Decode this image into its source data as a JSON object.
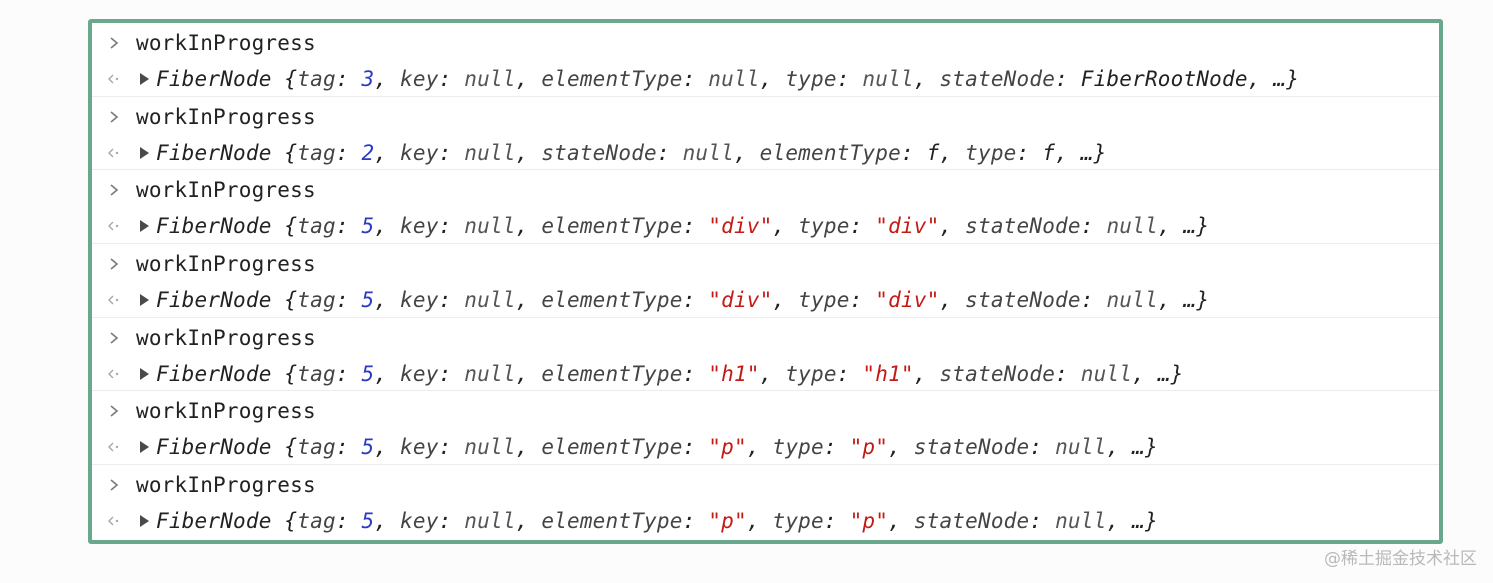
{
  "console": {
    "entries": [
      {
        "command": "workInProgress",
        "result": {
          "class_name": "FiberNode",
          "props": [
            {
              "key": "tag",
              "value": "3",
              "kind": "number"
            },
            {
              "key": "key",
              "value": "null",
              "kind": "null"
            },
            {
              "key": "elementType",
              "value": "null",
              "kind": "null"
            },
            {
              "key": "type",
              "value": "null",
              "kind": "null"
            },
            {
              "key": "stateNode",
              "value": "FiberRootNode",
              "kind": "object"
            }
          ],
          "ellipsis": "…"
        }
      },
      {
        "command": "workInProgress",
        "result": {
          "class_name": "FiberNode",
          "props": [
            {
              "key": "tag",
              "value": "2",
              "kind": "number"
            },
            {
              "key": "key",
              "value": "null",
              "kind": "null"
            },
            {
              "key": "stateNode",
              "value": "null",
              "kind": "null"
            },
            {
              "key": "elementType",
              "value": "f",
              "kind": "function"
            },
            {
              "key": "type",
              "value": "f",
              "kind": "function"
            }
          ],
          "ellipsis": "…"
        }
      },
      {
        "command": "workInProgress",
        "result": {
          "class_name": "FiberNode",
          "props": [
            {
              "key": "tag",
              "value": "5",
              "kind": "number"
            },
            {
              "key": "key",
              "value": "null",
              "kind": "null"
            },
            {
              "key": "elementType",
              "value": "\"div\"",
              "kind": "string"
            },
            {
              "key": "type",
              "value": "\"div\"",
              "kind": "string"
            },
            {
              "key": "stateNode",
              "value": "null",
              "kind": "null"
            }
          ],
          "ellipsis": "…"
        }
      },
      {
        "command": "workInProgress",
        "result": {
          "class_name": "FiberNode",
          "props": [
            {
              "key": "tag",
              "value": "5",
              "kind": "number"
            },
            {
              "key": "key",
              "value": "null",
              "kind": "null"
            },
            {
              "key": "elementType",
              "value": "\"div\"",
              "kind": "string"
            },
            {
              "key": "type",
              "value": "\"div\"",
              "kind": "string"
            },
            {
              "key": "stateNode",
              "value": "null",
              "kind": "null"
            }
          ],
          "ellipsis": "…"
        }
      },
      {
        "command": "workInProgress",
        "result": {
          "class_name": "FiberNode",
          "props": [
            {
              "key": "tag",
              "value": "5",
              "kind": "number"
            },
            {
              "key": "key",
              "value": "null",
              "kind": "null"
            },
            {
              "key": "elementType",
              "value": "\"h1\"",
              "kind": "string"
            },
            {
              "key": "type",
              "value": "\"h1\"",
              "kind": "string"
            },
            {
              "key": "stateNode",
              "value": "null",
              "kind": "null"
            }
          ],
          "ellipsis": "…"
        }
      },
      {
        "command": "workInProgress",
        "result": {
          "class_name": "FiberNode",
          "props": [
            {
              "key": "tag",
              "value": "5",
              "kind": "number"
            },
            {
              "key": "key",
              "value": "null",
              "kind": "null"
            },
            {
              "key": "elementType",
              "value": "\"p\"",
              "kind": "string"
            },
            {
              "key": "type",
              "value": "\"p\"",
              "kind": "string"
            },
            {
              "key": "stateNode",
              "value": "null",
              "kind": "null"
            }
          ],
          "ellipsis": "…"
        }
      },
      {
        "command": "workInProgress",
        "result": {
          "class_name": "FiberNode",
          "props": [
            {
              "key": "tag",
              "value": "5",
              "kind": "number"
            },
            {
              "key": "key",
              "value": "null",
              "kind": "null"
            },
            {
              "key": "elementType",
              "value": "\"p\"",
              "kind": "string"
            },
            {
              "key": "type",
              "value": "\"p\"",
              "kind": "string"
            },
            {
              "key": "stateNode",
              "value": "null",
              "kind": "null"
            }
          ],
          "ellipsis": "…"
        }
      }
    ]
  },
  "icons": {
    "input_prompt": "chevron-right-icon",
    "result_prompt": "return-arrow-icon",
    "expand": "disclosure-triangle-icon"
  },
  "colors": {
    "frame_border": "#6aa88e",
    "number": "#2a3bc2",
    "string": "#c41a16"
  },
  "watermark": "@稀土掘金技术社区"
}
